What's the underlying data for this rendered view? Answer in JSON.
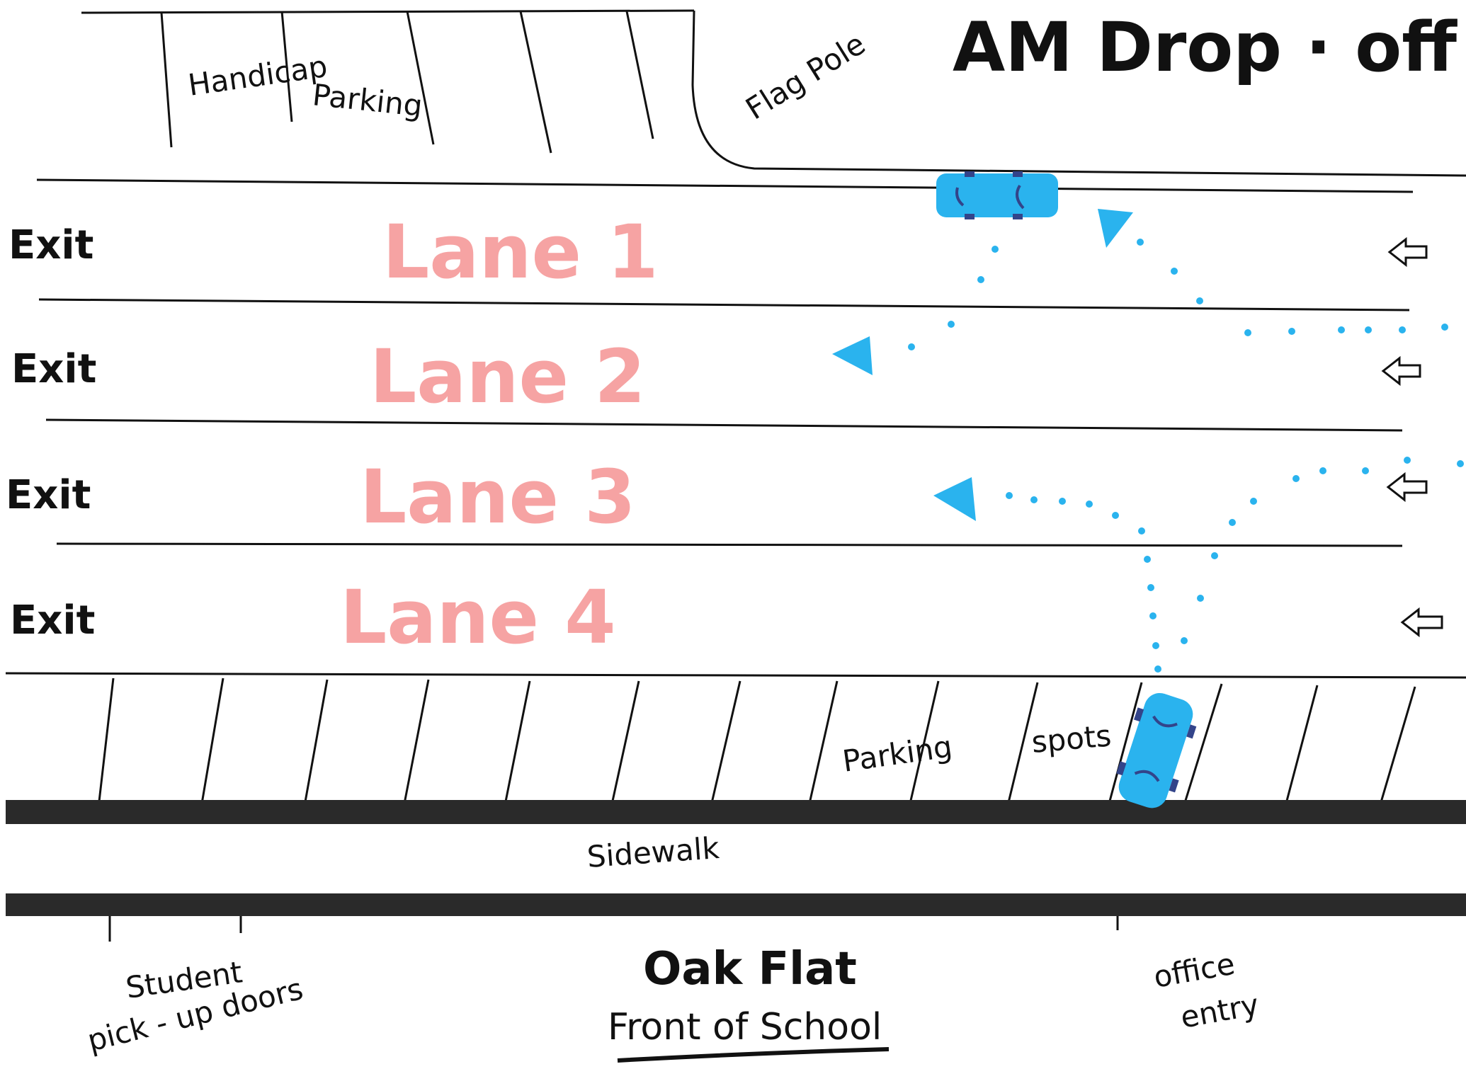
{
  "title": "AM Drop · off",
  "labels": {
    "handicap": "Handicap",
    "parking_top": "Parking",
    "flag_pole": "Flag Pole",
    "parking_bottom": "Parking",
    "spots": "spots",
    "sidewalk": "Sidewalk",
    "student_doors": [
      "Student",
      "pick - up doors"
    ],
    "school": "Oak Flat",
    "front": "Front of School",
    "office": [
      "office",
      "entry"
    ]
  },
  "lanes": [
    {
      "label": "Lane 1",
      "exit": "Exit"
    },
    {
      "label": "Lane 2",
      "exit": "Exit"
    },
    {
      "label": "Lane 3",
      "exit": "Exit"
    },
    {
      "label": "Lane 4",
      "exit": "Exit"
    }
  ],
  "colors": {
    "lane_text": "#f6a3a3",
    "car": "#2ab3ee",
    "path": "#2ab3ee",
    "ink": "#111111"
  },
  "icons": [
    "car-icon",
    "arrow-left-icon",
    "arrowhead-icon"
  ]
}
